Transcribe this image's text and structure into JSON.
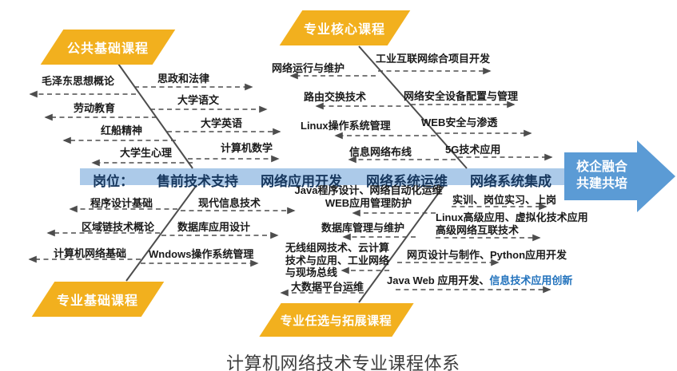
{
  "title": "计算机网络技术专业课程体系",
  "colors": {
    "category_yellow": "#F2B01E",
    "spine_bar_blue": "#ACCAE9",
    "spine_text_navy": "#17375D",
    "arrow_blue": "#5B9BD5",
    "highlight_blue": "#2373BD",
    "line_gray": "#4D4D4D"
  },
  "spine": {
    "prefix_label": "岗位：",
    "jobs": [
      "售前技术支持",
      "网络应用开发",
      "网络系统运维",
      "网络系统集成"
    ]
  },
  "arrow": {
    "line1": "校企融合",
    "line2": "共建共培"
  },
  "ribs": {
    "public_basic": {
      "category": "公共基础课程",
      "left": [
        "毛泽东思想概论",
        "劳动教育",
        "红船精神",
        "大学生心理"
      ],
      "right": [
        "思政和法律",
        "大学语文",
        "大学英语",
        "计算机数学"
      ]
    },
    "core": {
      "category": "专业核心课程",
      "left": [
        "网络运行与维护",
        "路由交换技术",
        "Linux操作系统管理",
        "信息网络布线"
      ],
      "right": [
        "工业互联网综合项目开发",
        "网络安全设备配置与管理",
        "WEB安全与渗透",
        "5G技术应用"
      ]
    },
    "pro_basic": {
      "category": "专业基础课程",
      "left": [
        "程序设计基础",
        "区域链技术概论",
        "计算机网络基础"
      ],
      "right": [
        "现代信息技术",
        "数据库应用设计",
        "Wndows操作系统管理"
      ]
    },
    "elective": {
      "category": "专业任选与拓展课程",
      "left": [
        {
          "lines": [
            "Java程序设计、网络自动化运维",
            "WEB应用管理防护"
          ]
        },
        {
          "lines": [
            "数据库管理与维护"
          ]
        },
        {
          "lines": [
            "无线组网技术、云计算",
            "技术与应用、工业网络",
            "与现场总线"
          ]
        },
        {
          "lines": [
            "大数据平台运维"
          ]
        }
      ],
      "right": [
        {
          "lines": [
            "实训、岗位实习、上岗"
          ]
        },
        {
          "lines": [
            "Linux高级应用、虚拟化技术应用",
            "高级网络互联技术"
          ]
        },
        {
          "lines": [
            "网页设计与制作、Python应用开发"
          ]
        },
        {
          "plain": "Java Web 应用开发、",
          "highlight": "信息技术应用创新"
        }
      ]
    }
  }
}
